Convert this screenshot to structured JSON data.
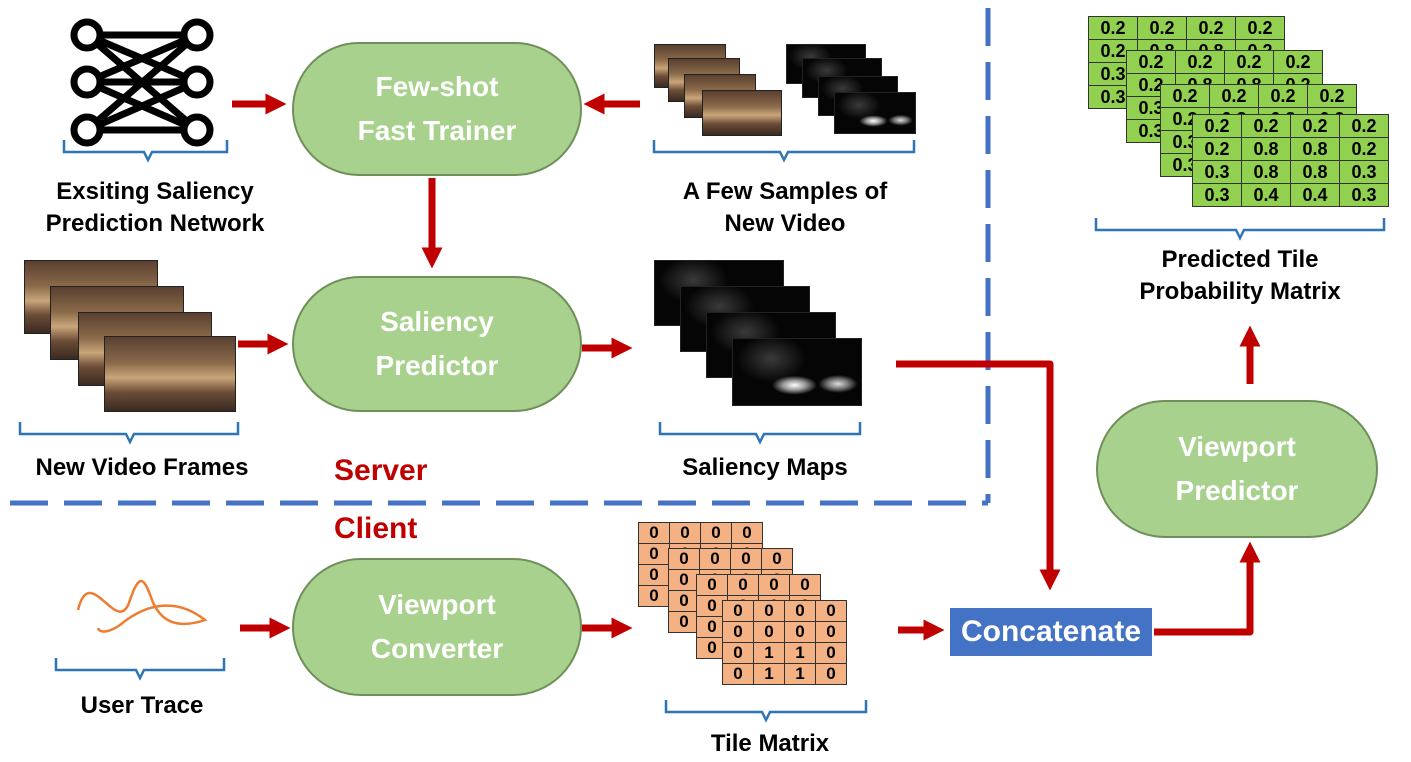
{
  "nodes": {
    "trainer": "Few-shot\nFast Trainer",
    "saliency_predictor": "Saliency\nPredictor",
    "viewport_converter": "Viewport\nConverter",
    "viewport_predictor": "Viewport\nPredictor",
    "concatenate": "Concatenate"
  },
  "labels": {
    "network": "Exsiting Saliency\nPrediction Network",
    "samples": "A Few Samples of\nNew Video",
    "frames": "New Video Frames",
    "maps": "Saliency Maps",
    "trace": "User Trace",
    "tile_matrix": "Tile Matrix",
    "prob_matrix": "Predicted Tile\nProbability Matrix"
  },
  "regions": {
    "server": "Server",
    "client": "Client"
  },
  "tile_matrix": [
    [
      "0",
      "0",
      "0",
      "0"
    ],
    [
      "0",
      "0",
      "0",
      "0"
    ],
    [
      "0",
      "1",
      "1",
      "0"
    ],
    [
      "0",
      "1",
      "1",
      "0"
    ]
  ],
  "probability_matrix": [
    [
      "0.2",
      "0.2",
      "0.2",
      "0.2"
    ],
    [
      "0.2",
      "0.8",
      "0.8",
      "0.2"
    ],
    [
      "0.3",
      "0.8",
      "0.8",
      "0.3"
    ],
    [
      "0.3",
      "0.4",
      "0.4",
      "0.3"
    ]
  ],
  "colors": {
    "node_fill": "#a9d18e",
    "arrow": "#c00000",
    "divider": "#4472c4",
    "tile_cell": "#f4b183",
    "prob_cell": "#92d050",
    "concat_fill": "#4472c4"
  }
}
